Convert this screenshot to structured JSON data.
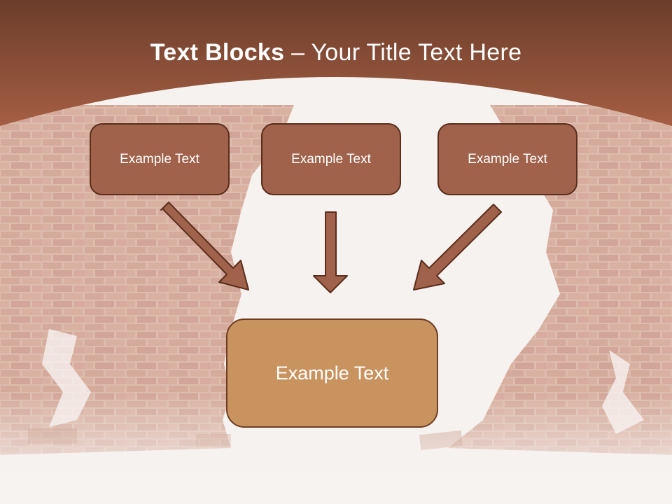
{
  "title": {
    "bold": "Text Blocks",
    "dash": " – ",
    "rest": "Your Title Text Here"
  },
  "boxes": {
    "top": [
      "Example Text",
      "Example Text",
      "Example Text"
    ],
    "bottom": "Example Text"
  },
  "colors": {
    "header": "#a25b42",
    "header_dark": "#6e3f2c",
    "box_fill": "#a0624b",
    "box_border": "#5a2d1c",
    "bottom_box_fill": "#c9935f",
    "arrow_fill": "#a0624b"
  },
  "icons": [
    "arrow-down-right-icon",
    "arrow-down-icon",
    "arrow-down-left-icon"
  ]
}
